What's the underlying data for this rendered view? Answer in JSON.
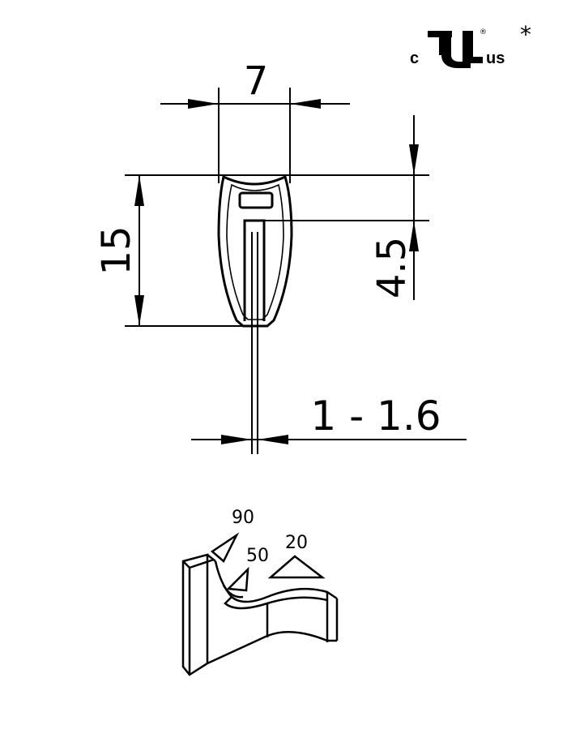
{
  "certification": {
    "prefix": "c",
    "suffix": "us",
    "registered_mark": "®",
    "asterisk": "*"
  },
  "dimensions": {
    "width": "7",
    "height": "15",
    "slot_offset": "4.5",
    "wire_range": "1 - 1.6"
  },
  "angles": {
    "a1": "90",
    "a2": "50",
    "a3": "20"
  },
  "colors": {
    "line": "#000000",
    "background": "#ffffff"
  }
}
